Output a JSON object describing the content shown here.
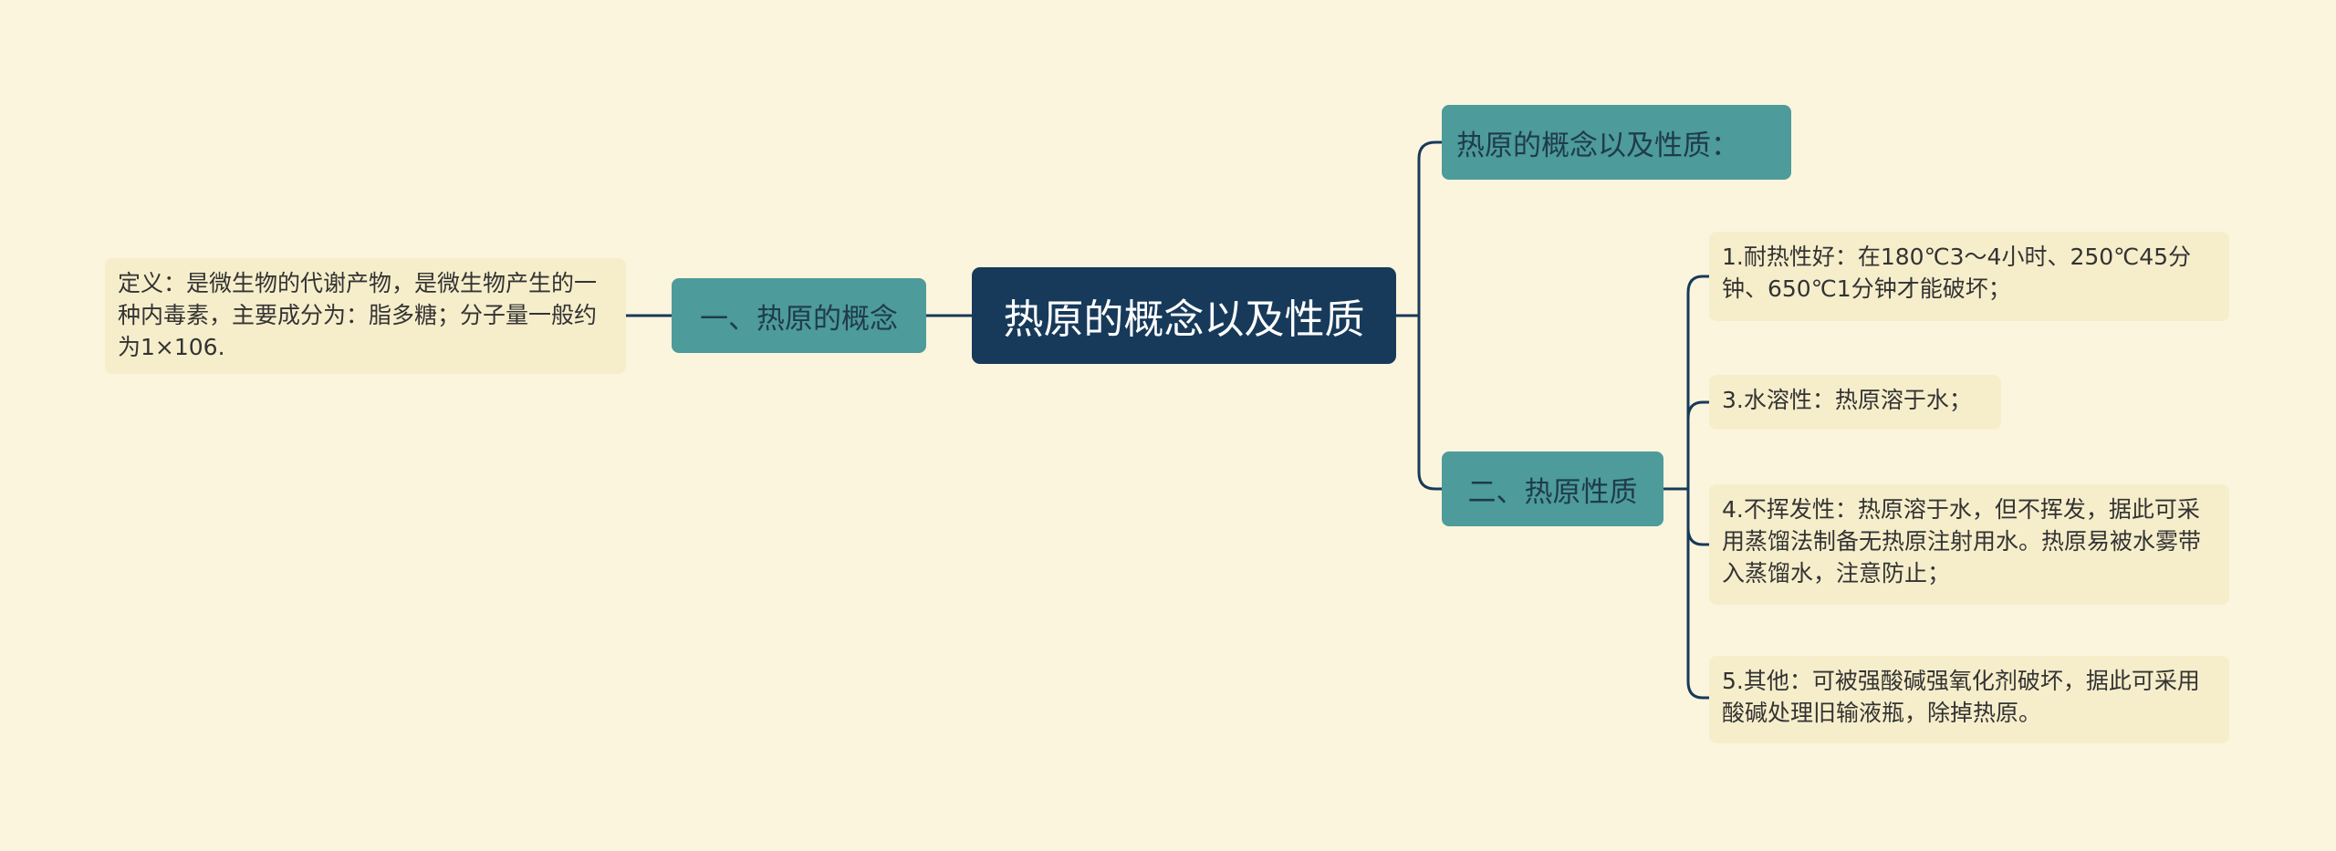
{
  "colors": {
    "background": "#fbf5dd",
    "root": "#173a5a",
    "branch": "#4d9b9b",
    "leaf": "#f6eecb",
    "line": "#173a5a"
  },
  "root": {
    "label": "热原的概念以及性质"
  },
  "left_branch": {
    "label": "一、热原的概念",
    "leaf": "定义：是微生物的代谢产物，是微生物产生的一种内毒素，主要成分为：脂多糖；分子量一般约为1×106."
  },
  "right_top": {
    "label": "热原的概念以及性质："
  },
  "right_branch": {
    "label": "二、热原性质",
    "leaves": [
      "1.耐热性好：在180℃3～4小时、250℃45分钟、650℃1分钟才能破坏；",
      "3.水溶性：热原溶于水；",
      "4.不挥发性：热原溶于水，但不挥发，据此可采用蒸馏法制备无热原注射用水。热原易被水雾带入蒸馏水，注意防止；",
      "5.其他：可被强酸碱强氧化剂破坏，据此可采用酸碱处理旧输液瓶，除掉热原。"
    ]
  }
}
